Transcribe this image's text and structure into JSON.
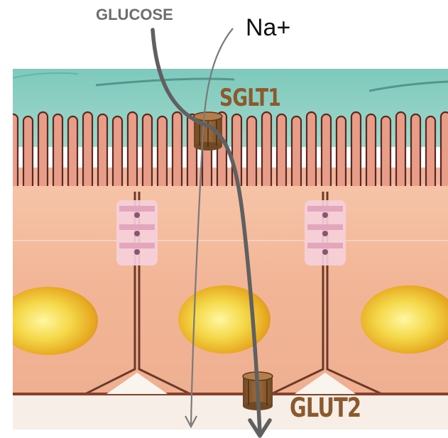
{
  "labels": {
    "glucose": "GLUCOSE",
    "sodium": "Na+",
    "apical_transporter": "SGLT1",
    "basolateral_transporter": "GLUT2"
  },
  "colors": {
    "lumen": "#86cfc2",
    "cell_cytoplasm": "#f2b89a",
    "microvilli": "#e89d88",
    "nucleus": "#f2d23a",
    "transporter": "#8a5a2e",
    "glucose_arrow": "#606060",
    "sodium_arrow": "#7a7a7a"
  },
  "icons": {
    "transporter": "cylinder-channel-icon",
    "tight_junction": "junction-dots-icon"
  }
}
